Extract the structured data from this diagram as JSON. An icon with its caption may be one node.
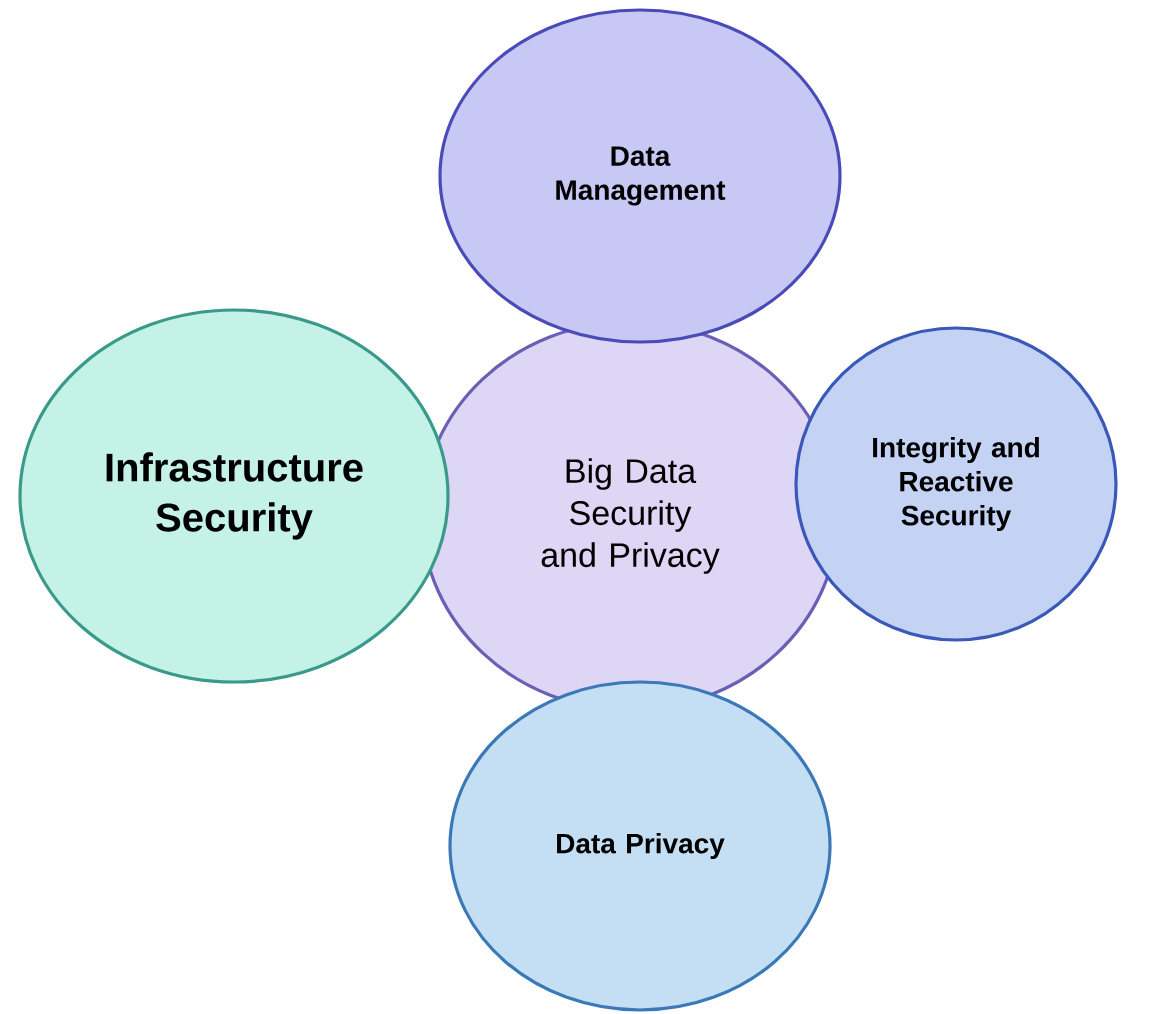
{
  "diagram": {
    "nodes": [
      {
        "text": [
          "Data Management"
        ]
      },
      {
        "text": [
          "Infrastructure Security"
        ]
      },
      {
        "text": [
          "Big Data Security and Privacy"
        ]
      },
      {
        "text": [
          "Integrity and Reactive Security"
        ]
      },
      {
        "text": [
          "Data Privacy"
        ]
      }
    ]
  }
}
